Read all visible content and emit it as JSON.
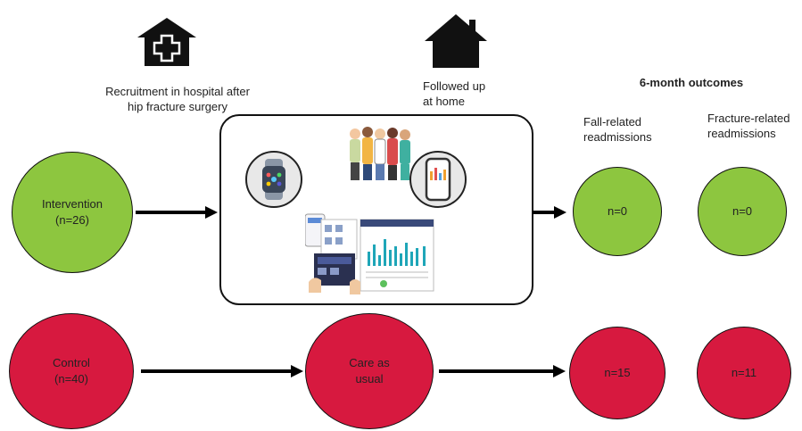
{
  "top": {
    "hospital_caption_line1": "Recruitment in hospital after",
    "hospital_caption_line2": "hip fracture surgery",
    "home_caption_line1": "Followed up",
    "home_caption_line2": "at home",
    "outcomes_title": "6-month outcomes",
    "col1_line1": "Fall-related",
    "col1_line2": "readmissions",
    "col2_line1": "Fracture-related",
    "col2_line2": "readmissions"
  },
  "groups": {
    "intervention": {
      "line1": "Intervention",
      "line2": "(n=26)",
      "fall": "n=0",
      "fracture": "n=0"
    },
    "control": {
      "line1": "Control",
      "line2": "(n=40)",
      "care_line1": "Care as",
      "care_line2": "usual",
      "fall": "n=15",
      "fracture": "n=11"
    }
  },
  "colors": {
    "intervention": "#8dc63f",
    "control": "#d7193f"
  },
  "icons": [
    "hospital-icon",
    "home-icon",
    "smartwatch-icon",
    "people-group-icon",
    "tablet-icon",
    "app-screens-icon"
  ]
}
